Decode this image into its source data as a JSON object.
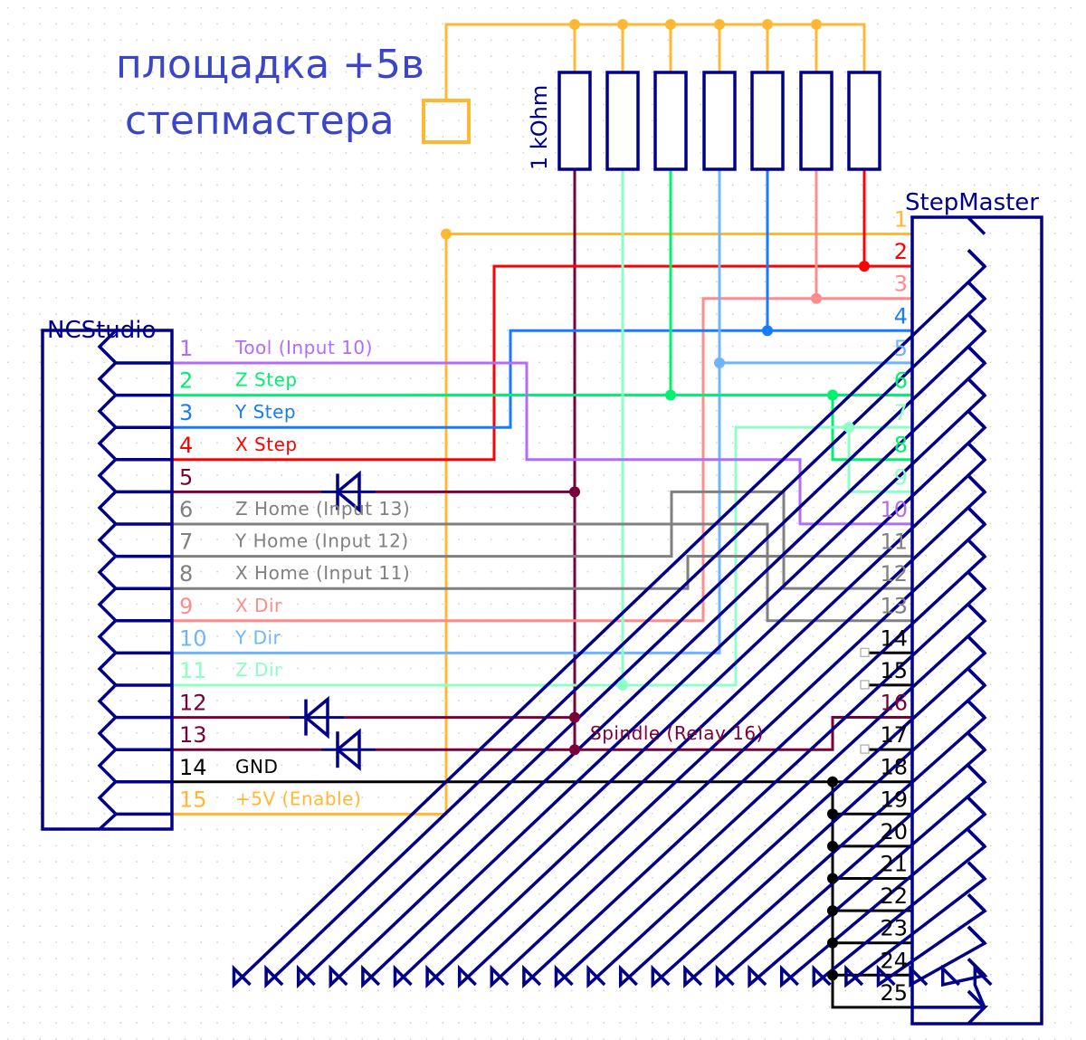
{
  "note": {
    "line1": "площадка +5в",
    "line2": "степмастера"
  },
  "resistors": {
    "label": "1 kOhm",
    "count": 7,
    "wire_colors": [
      "#7a003a",
      "#8cffc6",
      "#00f070",
      "#6fb4ff",
      "#1a7aff",
      "#ff8c8c",
      "#ff0000"
    ]
  },
  "ncstudio": {
    "title": "NCStudio",
    "pins": [
      {
        "num": "1",
        "label": "Tool (Input 10)",
        "color": "#b36bff"
      },
      {
        "num": "2",
        "label": "Z Step",
        "color": "#00f070"
      },
      {
        "num": "3",
        "label": "Y Step",
        "color": "#1a7aff"
      },
      {
        "num": "4",
        "label": "X Step",
        "color": "#ff0000"
      },
      {
        "num": "5",
        "label": "",
        "color": "#7a003a"
      },
      {
        "num": "6",
        "label": "Z Home (Input 13)",
        "color": "#808080"
      },
      {
        "num": "7",
        "label": "Y Home (Input 12)",
        "color": "#808080"
      },
      {
        "num": "8",
        "label": "X Home (Input 11)",
        "color": "#808080"
      },
      {
        "num": "9",
        "label": "X Dir",
        "color": "#ff8c8c"
      },
      {
        "num": "10",
        "label": "Y Dir",
        "color": "#6fb4ff"
      },
      {
        "num": "11",
        "label": "Z Dir",
        "color": "#8cffc6"
      },
      {
        "num": "12",
        "label": "",
        "color": "#7a003a"
      },
      {
        "num": "13",
        "label": "",
        "color": "#7a003a"
      },
      {
        "num": "14",
        "label": "GND",
        "color": "#000000"
      },
      {
        "num": "15",
        "label": "+5V (Enable)",
        "color": "#ffb833"
      }
    ]
  },
  "stepmaster": {
    "title": "StepMaster",
    "pins": [
      {
        "num": "1",
        "color": "#ffb833"
      },
      {
        "num": "2",
        "color": "#ff0000"
      },
      {
        "num": "3",
        "color": "#ff8c8c"
      },
      {
        "num": "4",
        "color": "#1a7aff"
      },
      {
        "num": "5",
        "color": "#6fb4ff"
      },
      {
        "num": "6",
        "color": "#00f070"
      },
      {
        "num": "7",
        "color": "#8cffc6"
      },
      {
        "num": "8",
        "color": "#00f070"
      },
      {
        "num": "9",
        "color": "#8cffc6"
      },
      {
        "num": "10",
        "color": "#b36bff"
      },
      {
        "num": "11",
        "color": "#808080"
      },
      {
        "num": "12",
        "color": "#808080"
      },
      {
        "num": "13",
        "color": "#808080"
      },
      {
        "num": "14",
        "color": "#000000"
      },
      {
        "num": "15",
        "color": "#000000"
      },
      {
        "num": "16",
        "color": "#7a003a"
      },
      {
        "num": "17",
        "color": "#000000"
      },
      {
        "num": "18",
        "color": "#000000"
      },
      {
        "num": "19",
        "color": "#000000"
      },
      {
        "num": "20",
        "color": "#000000"
      },
      {
        "num": "21",
        "color": "#000000"
      },
      {
        "num": "22",
        "color": "#000000"
      },
      {
        "num": "23",
        "color": "#000000"
      },
      {
        "num": "24",
        "color": "#000000"
      },
      {
        "num": "25",
        "color": "#000000"
      }
    ]
  },
  "spindle_label": "Spindle (Relay 16)",
  "colors": {
    "component": "#00008b",
    "plus5": "#ffb833",
    "spindle": "#7a003a",
    "grid_dot": "#c8c8c8",
    "note_text": "#3a45c9"
  }
}
